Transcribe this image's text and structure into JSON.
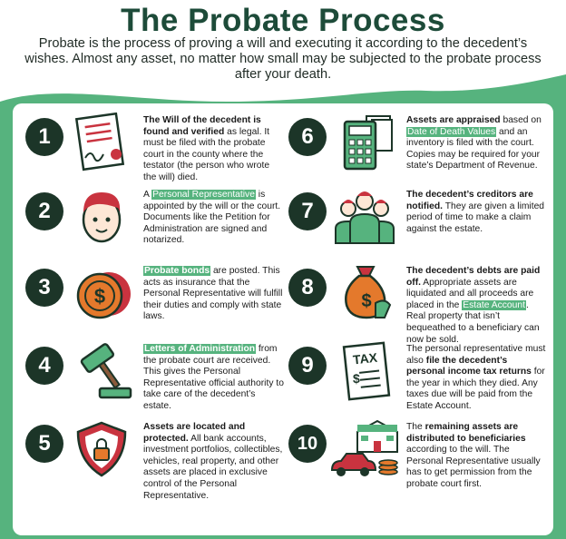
{
  "header": {
    "title": "The Probate Process",
    "subtitle": "Probate is the process of proving a will and executing it according to the decedent’s wishes. Almost any asset, no matter how small may be subjected to the probate process after your death."
  },
  "colors": {
    "primary_green": "#56b37e",
    "dark_green": "#1c3528",
    "title_green": "#1d4b39",
    "accent_red": "#c9333f",
    "accent_orange": "#e4792c"
  },
  "steps": [
    {
      "number": "1",
      "icon": "will-document-icon",
      "parts": [
        {
          "t": "The Will of the decedent is found and verified",
          "s": "b"
        },
        {
          "t": " as legal. It must be filed with the probate court in the county where the testator (the person who wrote the will) died.",
          "s": ""
        }
      ]
    },
    {
      "number": "2",
      "icon": "representative-face-icon",
      "parts": [
        {
          "t": "A ",
          "s": ""
        },
        {
          "t": "Personal Representative",
          "s": "hl"
        },
        {
          "t": " is appointed by the will or the court. Documents like the Petition for Administration are signed and notarized.",
          "s": ""
        }
      ]
    },
    {
      "number": "3",
      "icon": "coins-icon",
      "parts": [
        {
          "t": "Probate bonds",
          "s": "hlb"
        },
        {
          "t": " are posted. This acts as insurance that the Personal Representative will fulfill their duties and comply with state laws.",
          "s": ""
        }
      ]
    },
    {
      "number": "4",
      "icon": "gavel-icon",
      "parts": [
        {
          "t": "Letters of Administration",
          "s": "hlb"
        },
        {
          "t": " from the probate court are received. This gives the Personal Representative official authority to take care of the decedent’s estate.",
          "s": ""
        }
      ]
    },
    {
      "number": "5",
      "icon": "shield-lock-icon",
      "parts": [
        {
          "t": "Assets are located and protected.",
          "s": "b"
        },
        {
          "t": " All bank accounts, investment portfolios, collectibles, vehicles, real property, and other assets are placed in exclusive control of the Personal Representative.",
          "s": ""
        }
      ]
    },
    {
      "number": "6",
      "icon": "calculator-icon",
      "parts": [
        {
          "t": "Assets are appraised",
          "s": "b"
        },
        {
          "t": " based on ",
          "s": ""
        },
        {
          "t": "Date of Death Values",
          "s": "hl"
        },
        {
          "t": " and an inventory is filed with the court. Copies may be required for your state’s Department of Revenue.",
          "s": ""
        }
      ]
    },
    {
      "number": "7",
      "icon": "creditors-group-icon",
      "parts": [
        {
          "t": "The decedent’s creditors are notified.",
          "s": "b"
        },
        {
          "t": " They are given a limited period of time to make a claim against the estate.",
          "s": ""
        }
      ]
    },
    {
      "number": "8",
      "icon": "money-bag-hand-icon",
      "parts": [
        {
          "t": "The decedent’s debts are paid off.",
          "s": "b"
        },
        {
          "t": " Appropriate assets are liquidated and all proceeds are placed in the ",
          "s": ""
        },
        {
          "t": "Estate Account",
          "s": "hl"
        },
        {
          "t": ". Real property that isn’t bequeathed to a beneficiary can now be sold.",
          "s": ""
        }
      ]
    },
    {
      "number": "9",
      "icon": "tax-form-icon",
      "parts": [
        {
          "t": "The personal representative must also ",
          "s": ""
        },
        {
          "t": "file the decedent’s personal income tax returns",
          "s": "b"
        },
        {
          "t": " for the year in which they died. Any taxes due will be paid from the Estate Account.",
          "s": ""
        }
      ]
    },
    {
      "number": "10",
      "icon": "house-car-coins-icon",
      "parts": [
        {
          "t": "The ",
          "s": ""
        },
        {
          "t": "remaining assets are distributed to beneficiaries",
          "s": "b"
        },
        {
          "t": " according to the will. The Personal Representative usually has to get permission from the probate court first.",
          "s": ""
        }
      ]
    }
  ],
  "icon_labels": {
    "tax_word": "TAX"
  }
}
